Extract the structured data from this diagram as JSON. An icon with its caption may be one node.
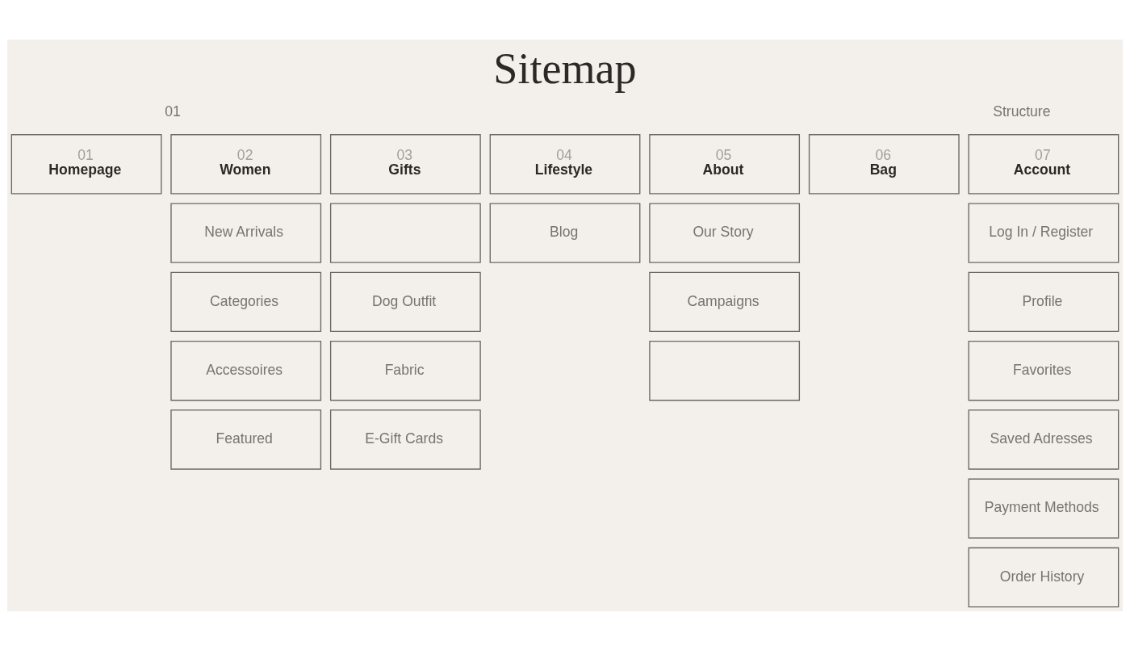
{
  "diagram": {
    "title": "Sitemap",
    "nodes": [
      {
        "text": [
          "01",
          "Homepage"
        ]
      },
      {
        "text": [
          "02",
          "Women"
        ]
      },
      {
        "text": [
          "03",
          "Gifts"
        ]
      },
      {
        "text": [
          "04",
          "Lifestyle"
        ]
      },
      {
        "text": [
          "05",
          "About"
        ]
      },
      {
        "text": [
          "06",
          "Bag"
        ]
      },
      {
        "text": [
          "07",
          "Account"
        ]
      },
      {
        "text": [
          "New Arrivals"
        ]
      },
      {
        "text": [
          "Categories"
        ]
      },
      {
        "text": [
          "Accessoires"
        ]
      },
      {
        "text": [
          "Featured"
        ]
      },
      {
        "text": [],
        "shape": "box"
      },
      {
        "text": [
          "Dog Outfit"
        ]
      },
      {
        "text": [
          "Fabric"
        ]
      },
      {
        "text": [
          "E-Gift Cards"
        ]
      },
      {
        "text": [
          "Blog"
        ]
      },
      {
        "text": [
          "Our Story"
        ]
      },
      {
        "text": [
          "Campaigns"
        ]
      },
      {
        "text": [],
        "shape": "box"
      },
      {
        "text": [
          "Log In / Register"
        ]
      },
      {
        "text": [
          "Profile"
        ]
      },
      {
        "text": [
          "Favorites"
        ]
      },
      {
        "text": [
          "Saved Adresses"
        ]
      },
      {
        "text": [
          "Payment Methods"
        ]
      },
      {
        "text": [
          "Order History"
        ]
      }
    ],
    "edges": [],
    "labels": [
      "01",
      "Structure"
    ]
  }
}
